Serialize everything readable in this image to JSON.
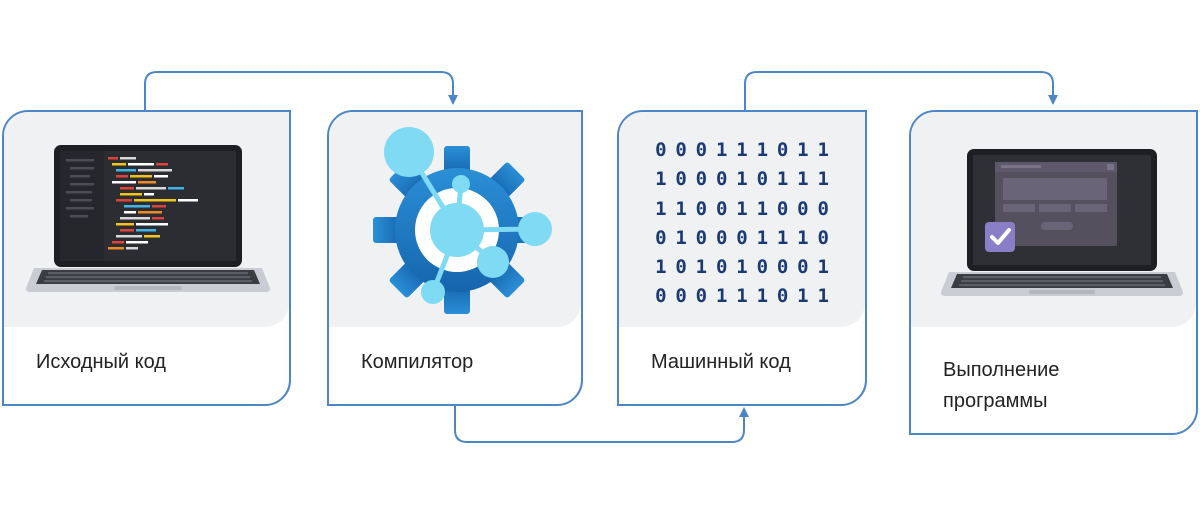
{
  "colors": {
    "border": "#4d86c6",
    "arrow": "#4d86c6",
    "art_background": "#f0f1f3",
    "gear": "#1f7fc6",
    "node": "#7fdaf4",
    "binary_text": "#1b3a74",
    "check_badge": "#8a7fc6"
  },
  "steps": [
    {
      "label": "Исходный код",
      "icon": "laptop-code-icon"
    },
    {
      "label": "Компилятор",
      "icon": "gear-network-icon"
    },
    {
      "label": "Машинный код",
      "icon": "binary-matrix-icon",
      "binary_rows": [
        [
          "0",
          "0",
          "0",
          "1",
          "1",
          "1",
          "0",
          "1",
          "1"
        ],
        [
          "1",
          "0",
          "0",
          "0",
          "1",
          "0",
          "1",
          "1",
          "1"
        ],
        [
          "1",
          "1",
          "0",
          "0",
          "1",
          "1",
          "0",
          "0",
          "0"
        ],
        [
          "0",
          "1",
          "0",
          "0",
          "0",
          "1",
          "1",
          "1",
          "0"
        ],
        [
          "1",
          "0",
          "1",
          "0",
          "1",
          "0",
          "0",
          "0",
          "1"
        ],
        [
          "0",
          "0",
          "0",
          "1",
          "1",
          "1",
          "0",
          "1",
          "1"
        ]
      ]
    },
    {
      "label": "Выполнение программы",
      "icon": "laptop-checkmark-icon"
    }
  ]
}
